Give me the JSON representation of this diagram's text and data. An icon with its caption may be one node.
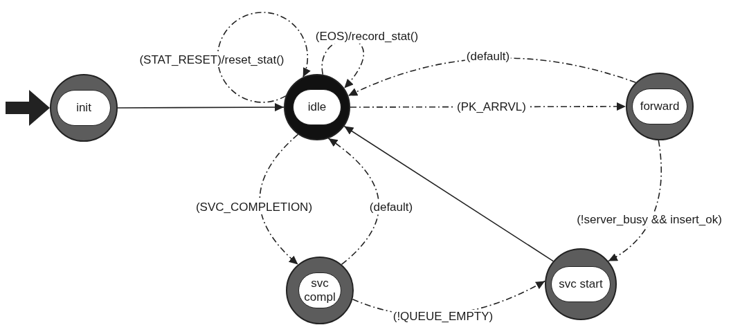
{
  "diagram": {
    "nodes": [
      {
        "text": [
          "init"
        ]
      },
      {
        "text": [
          "idle"
        ]
      },
      {
        "text": [
          "forward"
        ]
      },
      {
        "text": [
          "svc compl"
        ]
      },
      {
        "text": [
          "svc start"
        ]
      }
    ],
    "edges": [
      {
        "from": null,
        "to": 0,
        "arrow": "to",
        "style": "thick"
      },
      {
        "from": 0,
        "to": 1,
        "arrow": "to"
      },
      {
        "from": 1,
        "to": 1,
        "arrow": "to",
        "label": "(STAT_RESET)/reset_stat()",
        "style": "dashed"
      },
      {
        "from": 1,
        "to": 1,
        "arrow": "to",
        "label": "(EOS)/record_stat()",
        "style": "dashed"
      },
      {
        "from": 2,
        "to": 1,
        "arrow": "to",
        "label": "(default)",
        "style": "dashed"
      },
      {
        "from": 1,
        "to": 2,
        "arrow": "to",
        "label": "(PK_ARRVL)",
        "style": "dashed"
      },
      {
        "from": 2,
        "to": 4,
        "arrow": "to",
        "label": "(!server_busy && insert_ok)",
        "style": "dashed"
      },
      {
        "from": 1,
        "to": 3,
        "arrow": "to",
        "label": "(SVC_COMPLETION)",
        "style": "dashed"
      },
      {
        "from": 3,
        "to": 1,
        "arrow": "to",
        "label": "(default)",
        "style": "dashed"
      },
      {
        "from": 3,
        "to": 4,
        "arrow": "to",
        "label": "(!QUEUE_EMPTY)",
        "style": "dashed"
      },
      {
        "from": 4,
        "to": 1,
        "arrow": "to"
      }
    ]
  }
}
